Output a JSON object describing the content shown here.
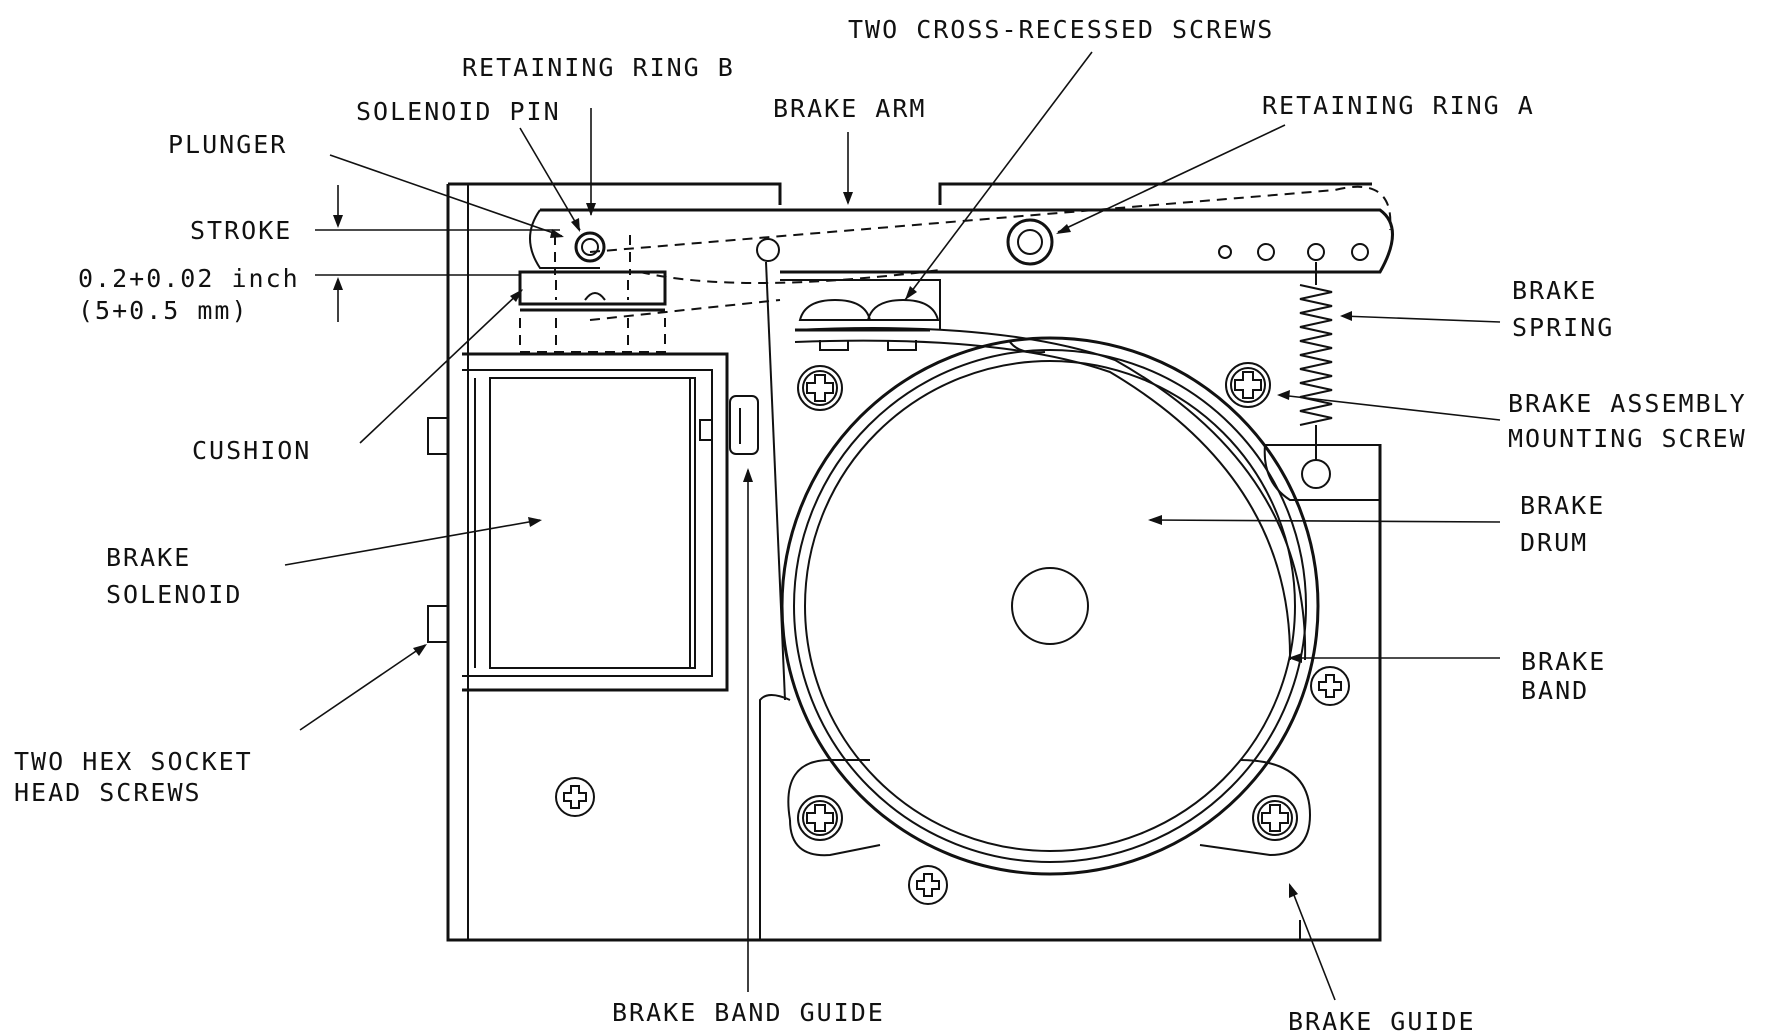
{
  "labels": {
    "two_cross_recessed_screws": "TWO CROSS-RECESSED SCREWS",
    "retaining_ring_b": "RETAINING RING B",
    "solenoid_pin": "SOLENOID PIN",
    "brake_arm": "BRAKE ARM",
    "retaining_ring_a": "RETAINING RING A",
    "plunger": "PLUNGER",
    "stroke": "STROKE",
    "stroke_inch": "0.2+0.02 inch",
    "stroke_mm": "(5+0.5 mm)",
    "brake_spring_1": "BRAKE",
    "brake_spring_2": "SPRING",
    "brake_assembly_mounting_screw_1": "BRAKE ASSEMBLY",
    "brake_assembly_mounting_screw_2": "MOUNTING SCREW",
    "cushion": "CUSHION",
    "brake_drum_1": "BRAKE",
    "brake_drum_2": "DRUM",
    "brake_solenoid_1": "BRAKE",
    "brake_solenoid_2": "SOLENOID",
    "brake_band_1": "BRAKE",
    "brake_band_2": "BAND",
    "two_hex_socket_head_screws_1": "TWO HEX SOCKET",
    "two_hex_socket_head_screws_2": "HEAD SCREWS",
    "brake_band_guide": "BRAKE BAND GUIDE",
    "brake_guide": "BRAKE GUIDE"
  }
}
